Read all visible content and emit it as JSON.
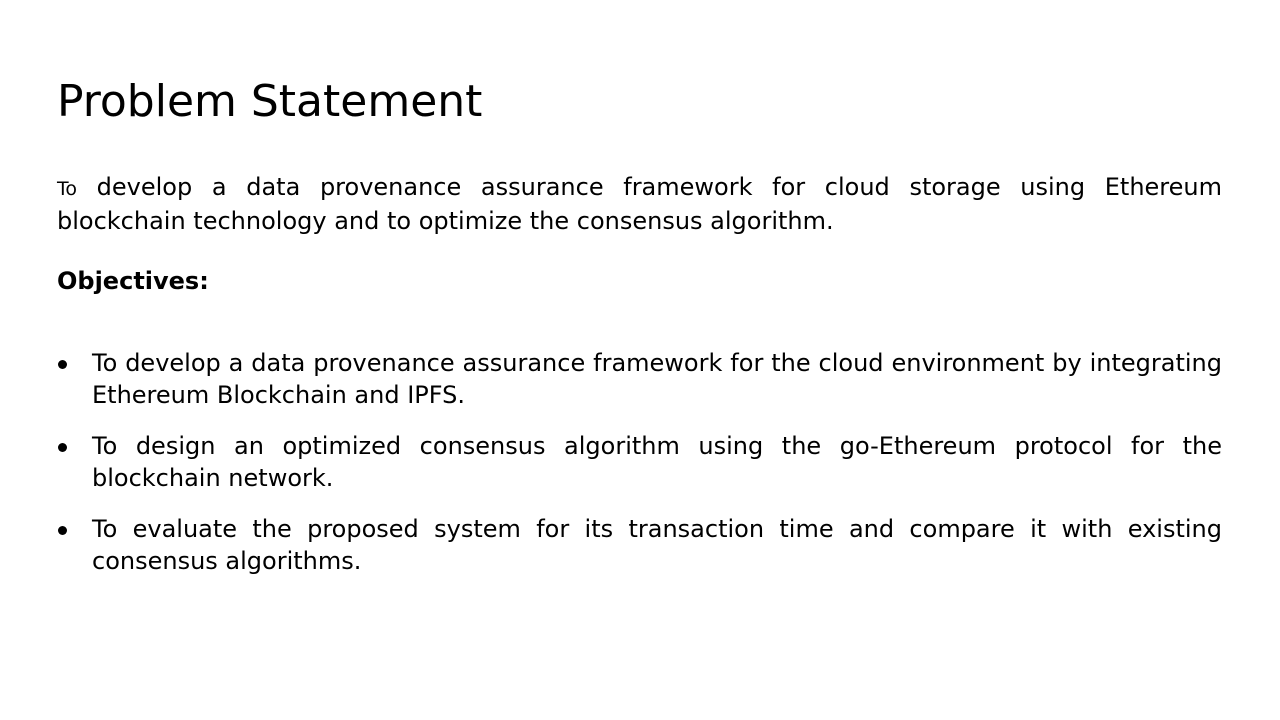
{
  "slide": {
    "title": "Problem Statement",
    "problem_lead": "To",
    "problem_rest": " develop a data provenance assurance framework for cloud storage using Ethereum blockchain technology and to optimize the consensus algorithm.",
    "objectives_heading": "Objectives:",
    "objectives": [
      "To develop a data provenance assurance framework for the cloud environment by integrating Ethereum Blockchain and IPFS.",
      "To design an optimized consensus algorithm using the go-Ethereum protocol for the blockchain network.",
      "To evaluate the proposed system for its transaction time and compare it with existing consensus algorithms."
    ]
  }
}
